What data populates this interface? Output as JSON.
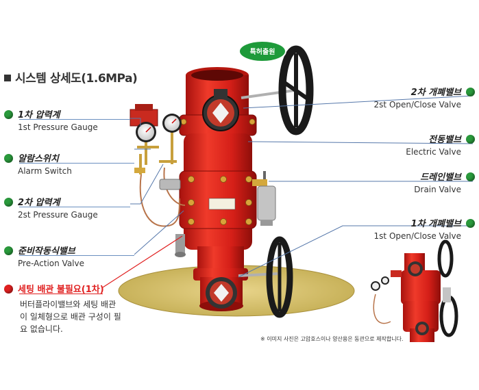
{
  "title": "시스템 상세도(1.6MPa)",
  "badge": "특허출원",
  "labels_left": [
    {
      "ko": "1차 압력계",
      "en": "1st Pressure Gauge"
    },
    {
      "ko": "알람스위치",
      "en": "Alarm Switch"
    },
    {
      "ko": "2차 압력계",
      "en": "2st Pressure Gauge"
    },
    {
      "ko": "준비작동식밸브",
      "en": "Pre-Action Valve"
    },
    {
      "ko": "세팅 배관 불필요(1차)",
      "en": ""
    }
  ],
  "labels_right": [
    {
      "ko": "2차 개폐밸브",
      "en": "2st Open/Close Valve"
    },
    {
      "ko": "전동밸브",
      "en": "Electric Valve"
    },
    {
      "ko": "드레인밸브",
      "en": "Drain Valve"
    },
    {
      "ko": "1차 개폐밸브",
      "en": "1st Open/Close Valve"
    }
  ],
  "note": "버터플라이밸브와 세팅 배관이 일체형으로 배관 구성이 필요 없습니다.",
  "caption": "※ 이미지 사진은 고압호스이나 양산용은 동관으로 제작합니다.",
  "colors": {
    "accent_green": "#2a9a3c",
    "alert_red": "#e02020",
    "valve_red": "#d8231c",
    "leader_blue": "#6a8fbf"
  }
}
